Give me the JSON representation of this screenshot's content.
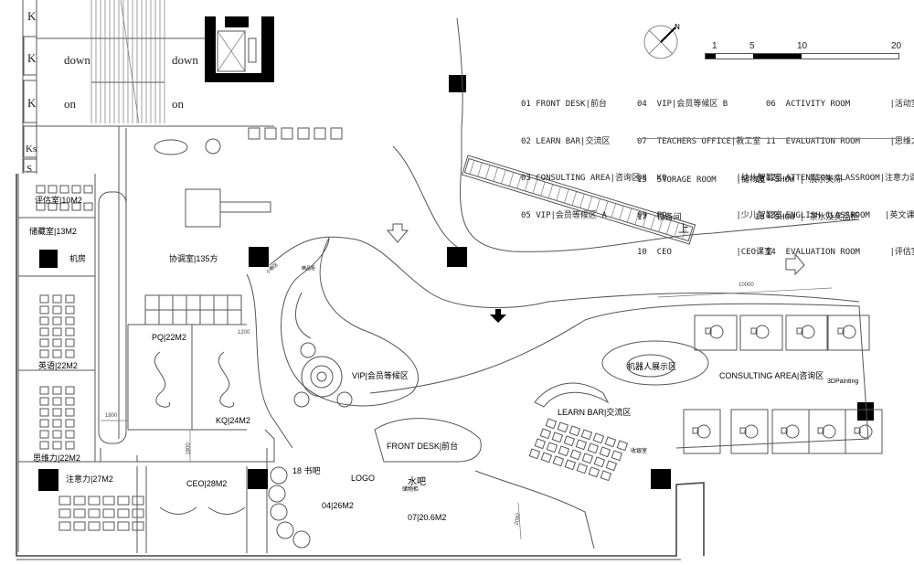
{
  "legend": {
    "col1": [
      "01 FRONT DESK|前台",
      "02 LEARN BAR|交流区",
      "03 CONSULTING AREA|咨询区",
      "05 VIP|会员等候区 A"
    ],
    "col2": [
      "04  VIP|会员等候区 B",
      "07  TEACHERS OFFICE|教工室",
      "08  KQ              |幼儿智能室",
      "09  PQ              |少儿智能室",
      "10  CEO             |CEO课室"
    ],
    "col3": [
      "06  ACTIVITY ROOM        |活动室",
      "11  EVALUATION ROOM      |思维力课室",
      "12  ATTENTION CLASSROOM|注意力课室",
      "13  ENGLISH CLASSROOM   |英文课室",
      "14  EVALUATION ROOM      |评估室"
    ],
    "extra_left": [
      "15  STORAGE ROOM    |储物室",
      "17  设备间"
    ],
    "extra_right": [
      "16  SHOW | 展示美陈",
      "18  SHOW | 茶水及奖品柜"
    ]
  },
  "scale_bar": {
    "ticks": [
      "1",
      "5",
      "10",
      "20"
    ]
  },
  "compass": {
    "north_label": "N"
  },
  "stairs": {
    "down_label": "down",
    "on_label": "on",
    "up_label": "上"
  },
  "side_labels": [
    "K",
    "K",
    "K",
    "Ks",
    "S"
  ],
  "rooms": {
    "evaluation": "评估室|10M2",
    "storage": "储藏室|13M2",
    "machine_room": "机房",
    "coordination": "协调室|135方",
    "pq": "PQ|22M2",
    "kq": "KQ|24M2",
    "english": "英语|22M2",
    "thinking": "思维力|22M2",
    "attention": "注意力|27M2",
    "ceo": "CEO|28M2",
    "book_bar": "18 书吧",
    "vip_b": "04|26M2",
    "logo": "LOGO",
    "water_bar": "水吧",
    "storage_cab": "储物柜",
    "teachers_office": "07|20.6M2",
    "front_desk": "FRONT DESK|前台",
    "vip": "VIP|会员等候区",
    "robot": "机器人展示区",
    "learn_bar": "LEARN BAR|交流区",
    "consulting": "CONSULTING AREA|咨询区",
    "painting": "3DPainting",
    "cashier": "收银室",
    "small_lounge": "小憩区",
    "show_cab": "精品柜"
  },
  "dimensions": {
    "d1800a": "1800",
    "d1800b": "1800",
    "d1200": "1200",
    "d10000": "10000",
    "d2080": "2080"
  }
}
